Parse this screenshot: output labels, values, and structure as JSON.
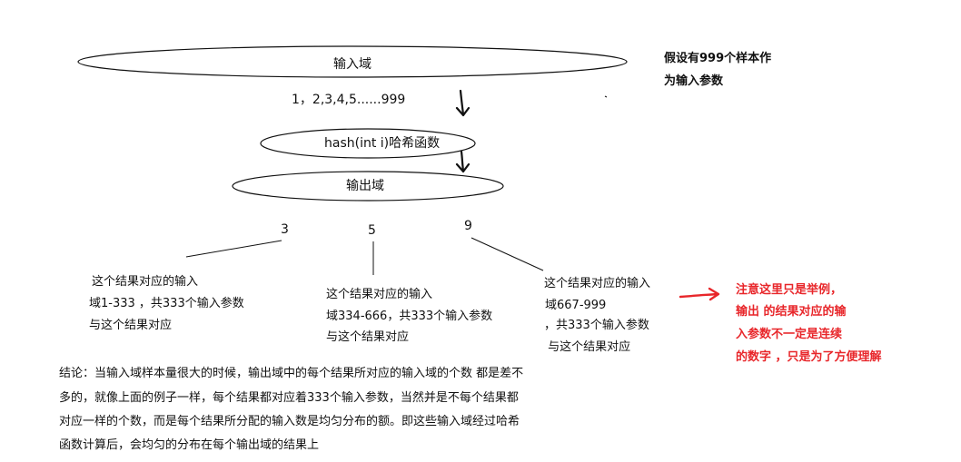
{
  "colors": {
    "ink": "#111111",
    "note": "#e8262a"
  },
  "diagram": {
    "input_domain": "输入域",
    "input_range": "1，2,3,4,5......999",
    "hash_function": "hash(int i)哈希函数",
    "output_domain": "输出域",
    "assumption": [
      "假设有999个样本作",
      "为输入参数"
    ],
    "results": [
      {
        "value": "3",
        "lines": [
          "这个结果对应的输入",
          "域1-333 ，共333个输入参数",
          "与这个结果对应"
        ]
      },
      {
        "value": "5",
        "lines": [
          "这个结果对应的输入",
          "域334-666，共333个输入参数",
          "与这个结果对应"
        ]
      },
      {
        "value": "9",
        "lines": [
          "这个结果对应的输入",
          "域667-999",
          "，共333个输入参数",
          " 与这个结果对应"
        ]
      }
    ],
    "note": [
      "注意这里只是举例，",
      "输出 的结果对应的输",
      "入参数不一定是连续",
      "的数字 ，只是为了方便理解"
    ],
    "conclusion": [
      "结论：当输入域样本量很大的时候，输出域中的每个结果所对应的输入域的个数 都是差不",
      "多的，就像上面的例子一样，每个结果都对应着333个输入参数，当然并是不每个结果都",
      "对应一样的个数，而是每个结果所分配的输入数是均匀分布的额。即这些输入域经过哈希",
      "函数计算后，会均匀的分布在每个输出域的结果上"
    ]
  }
}
